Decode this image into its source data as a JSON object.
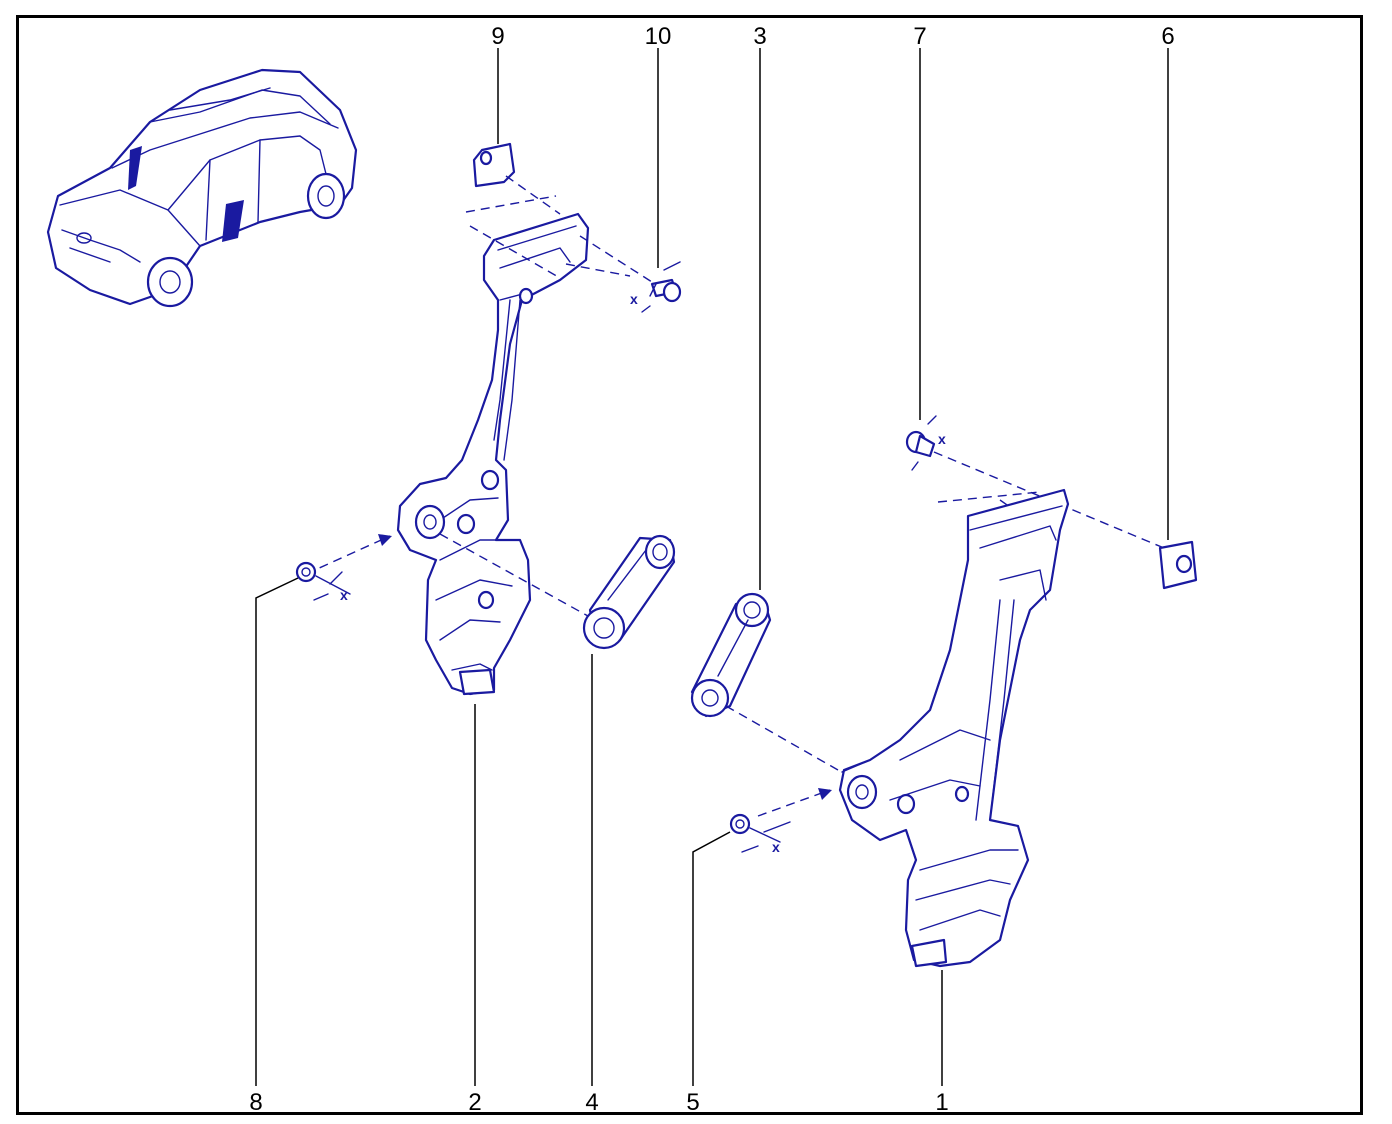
{
  "diagram": {
    "callouts": [
      {
        "id": "c1",
        "label": "1"
      },
      {
        "id": "c2",
        "label": "2"
      },
      {
        "id": "c3",
        "label": "3"
      },
      {
        "id": "c4",
        "label": "4"
      },
      {
        "id": "c5",
        "label": "5"
      },
      {
        "id": "c6",
        "label": "6"
      },
      {
        "id": "c7",
        "label": "7"
      },
      {
        "id": "c8",
        "label": "8"
      },
      {
        "id": "c9",
        "label": "9"
      },
      {
        "id": "c10",
        "label": "10"
      }
    ],
    "x_marks": [
      "x",
      "x",
      "x",
      "x"
    ]
  },
  "colors": {
    "line_art": "#1a1aa0",
    "frame": "#000000",
    "background": "#ffffff"
  }
}
